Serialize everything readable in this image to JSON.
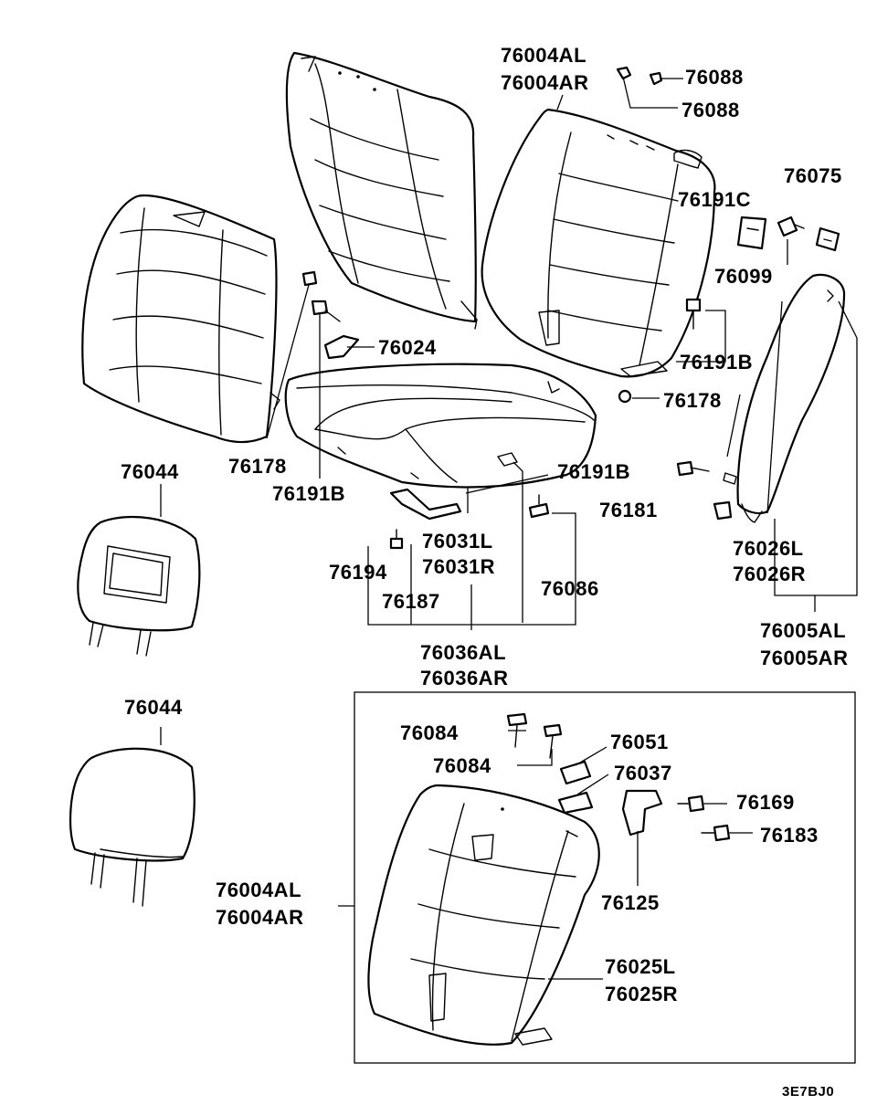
{
  "diagram_code": "3E7BJ0",
  "labels": {
    "l_76004AL_top": "76004AL",
    "l_76004AR_top": "76004AR",
    "l_76088_a": "76088",
    "l_76088_b": "76088",
    "l_76075": "76075",
    "l_76191C": "76191C",
    "l_76099": "76099",
    "l_76024": "76024",
    "l_76191B_right": "76191B",
    "l_76178_mid": "76178",
    "l_76178_left": "76178",
    "l_76191B_left": "76191B",
    "l_76191B_center": "76191B",
    "l_76044_a": "76044",
    "l_76181": "76181",
    "l_76031L": "76031L",
    "l_76031R": "76031R",
    "l_76026L": "76026L",
    "l_76026R": "76026R",
    "l_76194": "76194",
    "l_76086": "76086",
    "l_76187": "76187",
    "l_76005AL": "76005AL",
    "l_76005AR": "76005AR",
    "l_76036AL": "76036AL",
    "l_76036AR": "76036AR",
    "l_76044_b": "76044",
    "l_76084_a": "76084",
    "l_76051": "76051",
    "l_76084_b": "76084",
    "l_76037": "76037",
    "l_76169": "76169",
    "l_76183": "76183",
    "l_76125": "76125",
    "l_76004AL_bot": "76004AL",
    "l_76004AR_bot": "76004AR",
    "l_76025L": "76025L",
    "l_76025R": "76025R"
  }
}
